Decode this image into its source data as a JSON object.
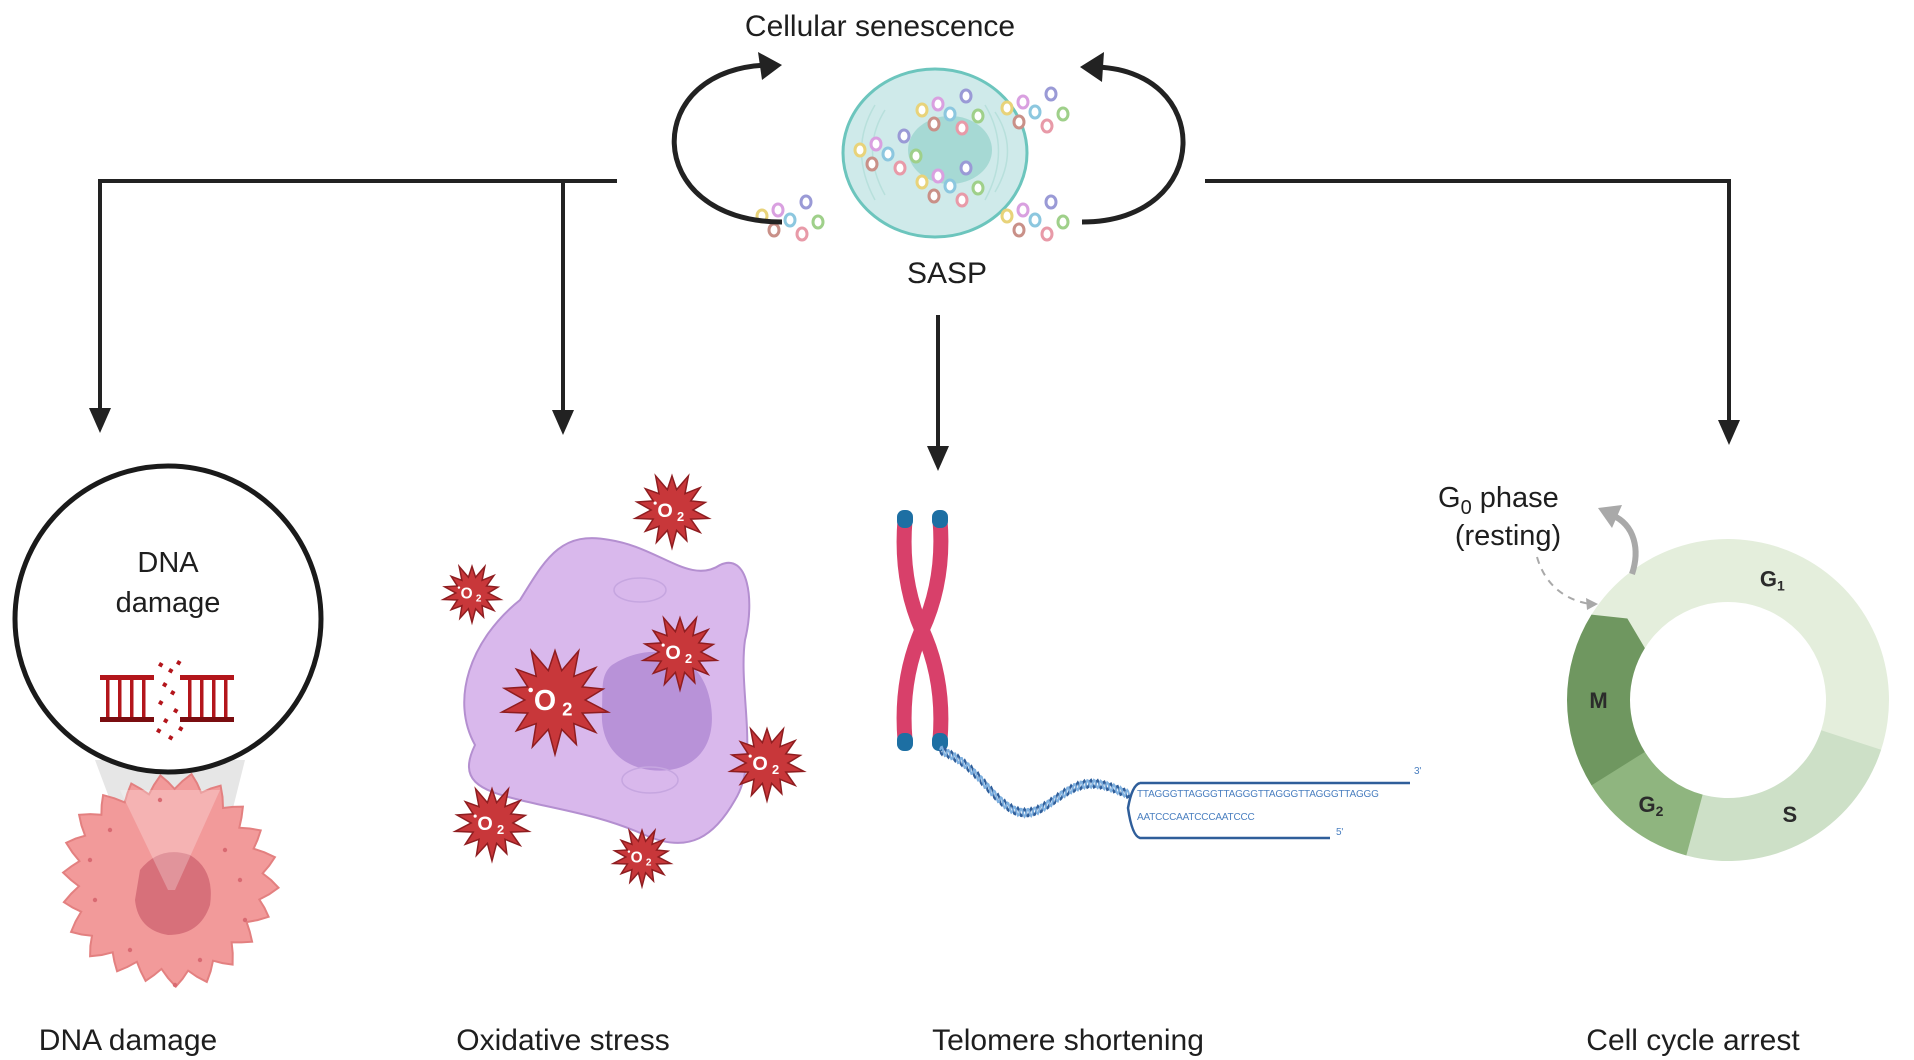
{
  "title": "Cellular senescence",
  "center": {
    "label": "SASP",
    "colors": {
      "cell_fill": "#cfeaea",
      "cell_stroke": "#6cc5bd",
      "nucleus": "#a6d9d4"
    }
  },
  "pathways": [
    {
      "id": "dna-damage",
      "label": "DNA damage",
      "inset_label_line1": "DNA",
      "inset_label_line2": "damage"
    },
    {
      "id": "oxidative-stress",
      "label": "Oxidative stress",
      "ros_symbol": "O",
      "ros_sub": "2"
    },
    {
      "id": "telomere-shortening",
      "label": "Telomere shortening",
      "strand_top": "TTAGGGTTAGGGTTAGGGTTAGGGTTAGGGTTAGGG",
      "strand_bottom": "AATCCCAATCCCAATCCC",
      "end_top": "3'",
      "end_bottom": "5'"
    },
    {
      "id": "cell-cycle-arrest",
      "label": "Cell cycle arrest",
      "g0_label_main": "G",
      "g0_label_sub": "0",
      "g0_label_rest": " phase",
      "g0_label_line2": "(resting)",
      "phases": [
        {
          "name": "G",
          "sub": "1",
          "color": "#e4eedc"
        },
        {
          "name": "S",
          "sub": "",
          "color": "#cde0c7"
        },
        {
          "name": "G",
          "sub": "2",
          "color": "#8fb57f"
        },
        {
          "name": "M",
          "sub": "",
          "color": "#6f9760"
        }
      ]
    }
  ],
  "colors": {
    "arrow": "#222222",
    "dna_red": "#b3151b",
    "cell_pink": "#f29a9a",
    "ros_red": "#c8373a",
    "oxi_cell": "#d9b8ec",
    "chromosome": "#d8406a",
    "telomere_cap": "#1d6fa3",
    "dna_blue": "#2f5e9a"
  }
}
